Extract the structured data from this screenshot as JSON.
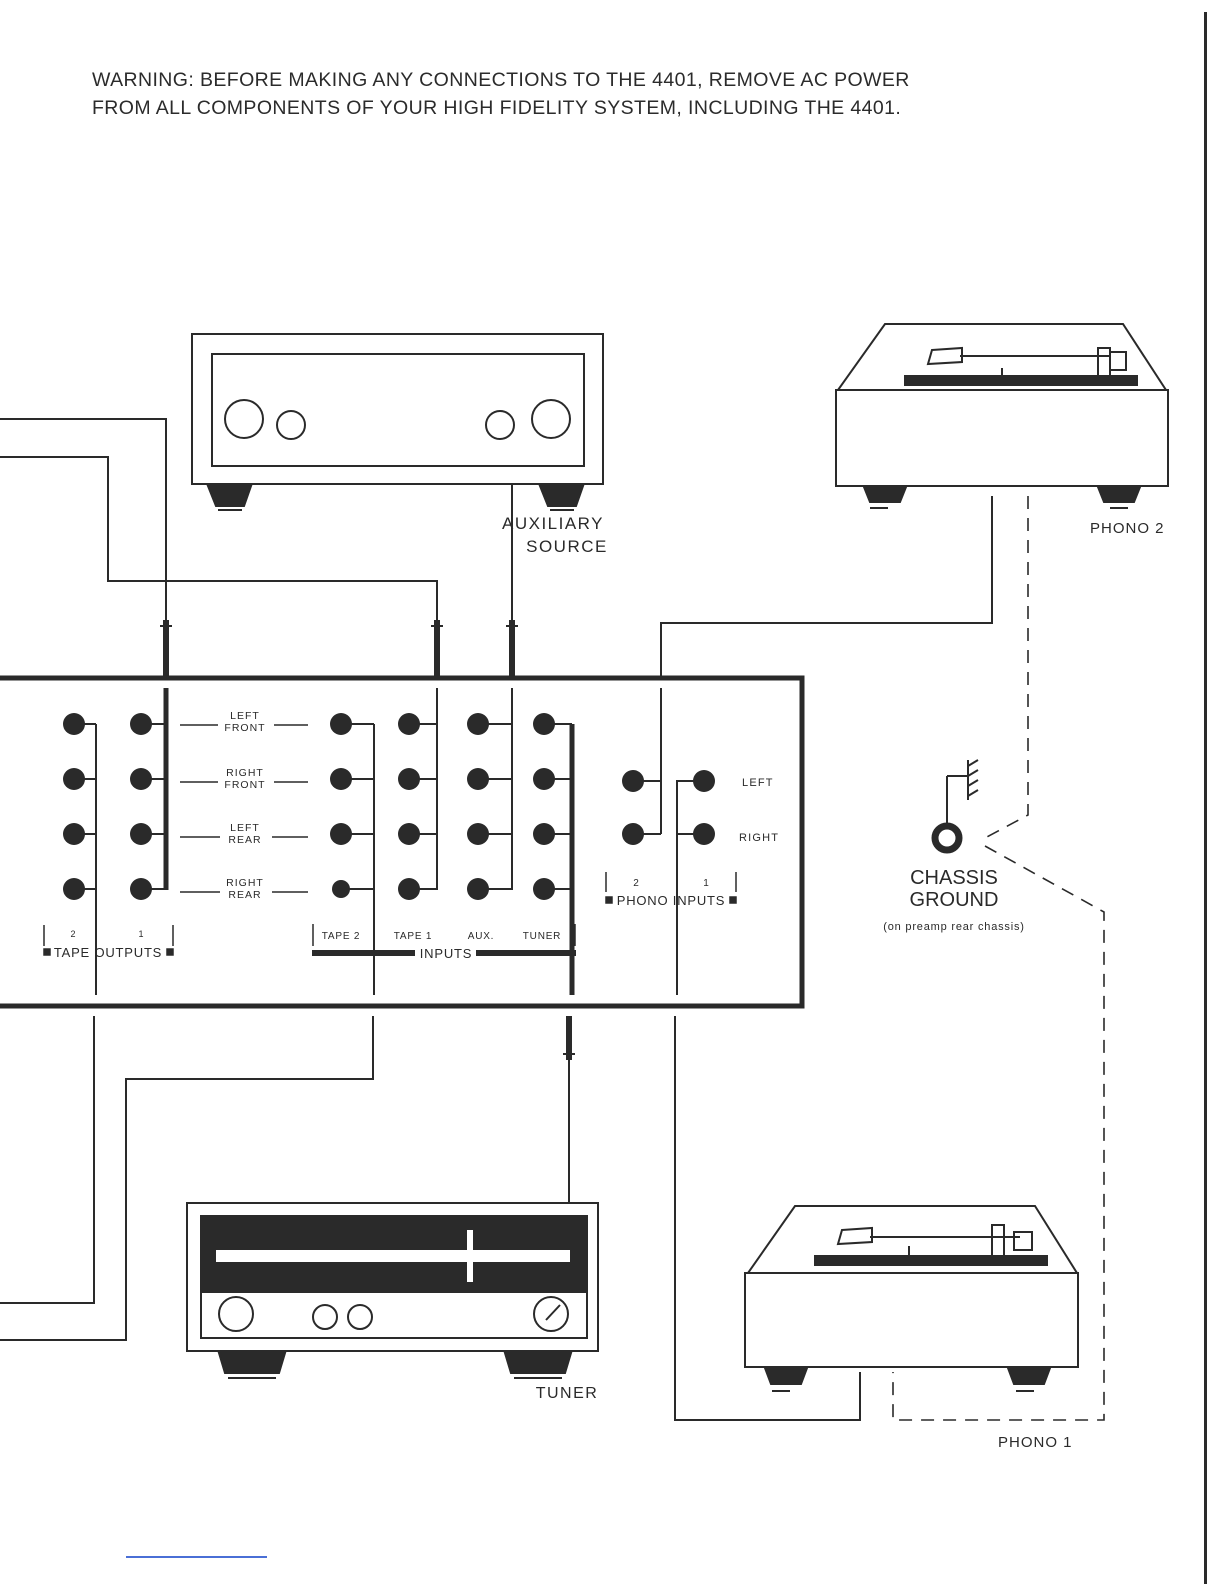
{
  "warning": {
    "line1": "WARNING:  BEFORE MAKING ANY CONNECTIONS TO THE 4401, REMOVE AC POWER",
    "line2": "FROM ALL COMPONENTS OF YOUR HIGH FIDELITY SYSTEM,  INCLUDING THE 4401."
  },
  "devices": {
    "aux_line1": "AUXILIARY",
    "aux_line2": "SOURCE",
    "phono2": "PHONO 2",
    "phono1": "PHONO 1",
    "tuner": "TUNER",
    "chassis_line1": "CHASSIS",
    "chassis_line2": "GROUND",
    "chassis_note": "(on preamp rear chassis)"
  },
  "panel": {
    "channels": [
      {
        "top": "LEFT",
        "bottom": "FRONT"
      },
      {
        "top": "RIGHT",
        "bottom": "FRONT"
      },
      {
        "top": "LEFT",
        "bottom": "REAR"
      },
      {
        "top": "RIGHT",
        "bottom": "REAR"
      }
    ],
    "tape_out_numbers": [
      "2",
      "1"
    ],
    "tape_outputs": "TAPE OUTPUTS",
    "input_labels": [
      "TAPE 2",
      "TAPE 1",
      "AUX.",
      "TUNER"
    ],
    "inputs": "INPUTS",
    "phono_numbers": [
      "2",
      "1"
    ],
    "phono_inputs": "PHONO INPUTS",
    "phono_left": "LEFT",
    "phono_right": "RIGHT"
  }
}
